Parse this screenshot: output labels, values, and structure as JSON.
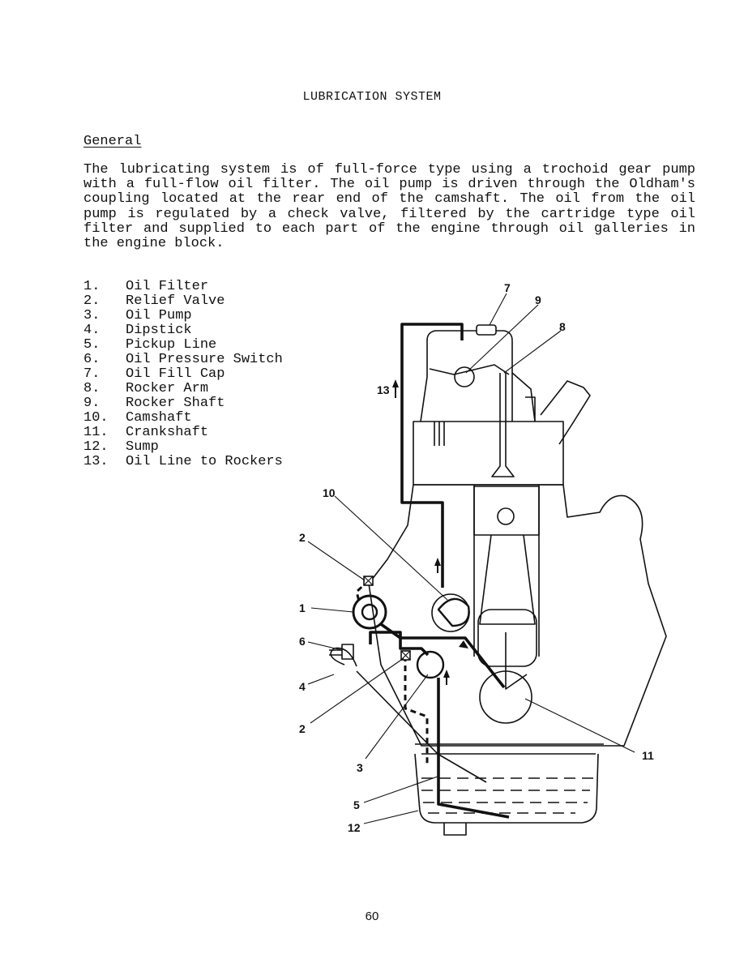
{
  "page": {
    "title": "LUBRICATION SYSTEM",
    "section_heading": "General",
    "paragraph": "The lubricating system is of full-force type using a trochoid gear pump with a full-flow oil filter.  The oil pump is driven through the Oldham's coupling located at the rear end of the camshaft.  The oil from the oil pump is regulated by a check valve, filtered by the cartridge type oil filter and supplied to each part of the engine through oil galleries in the engine block.",
    "page_number": "60"
  },
  "legend": [
    {
      "num": "1.",
      "label": "Oil Filter"
    },
    {
      "num": "2.",
      "label": "Relief Valve"
    },
    {
      "num": "3.",
      "label": "Oil Pump"
    },
    {
      "num": "4.",
      "label": "Dipstick"
    },
    {
      "num": "5.",
      "label": "Pickup Line"
    },
    {
      "num": "6.",
      "label": "Oil Pressure Switch"
    },
    {
      "num": "7.",
      "label": "Oil Fill Cap"
    },
    {
      "num": "8.",
      "label": "Rocker Arm"
    },
    {
      "num": "9.",
      "label": "Rocker Shaft"
    },
    {
      "num": "10.",
      "label": "Camshaft"
    },
    {
      "num": "11.",
      "label": "Crankshaft"
    },
    {
      "num": "12.",
      "label": "Sump"
    },
    {
      "num": "13.",
      "label": "Oil Line to Rockers"
    }
  ],
  "callouts": {
    "c1": "1",
    "c2a": "2",
    "c2b": "2",
    "c3": "3",
    "c4": "4",
    "c5": "5",
    "c6": "6",
    "c7": "7",
    "c8": "8",
    "c9": "9",
    "c10": "10",
    "c11": "11",
    "c12": "12",
    "c13": "13"
  }
}
